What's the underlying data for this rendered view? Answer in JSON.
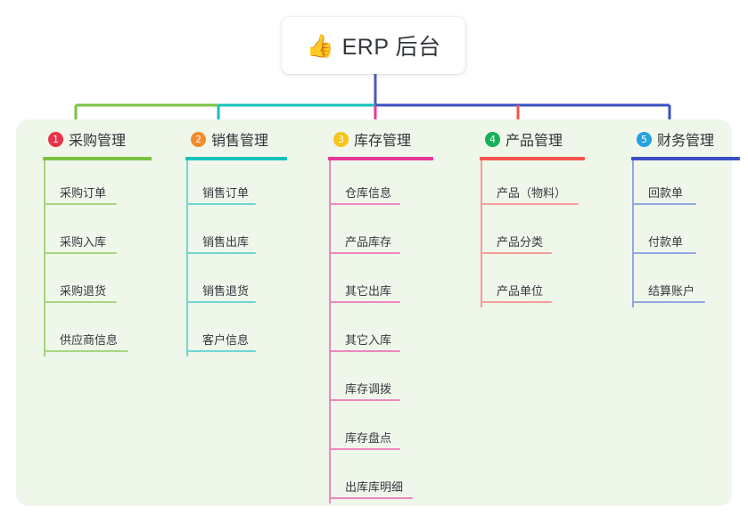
{
  "root": {
    "icon": "thumbs-up-icon",
    "emoji": "👍",
    "title": "ERP 后台"
  },
  "palette": {
    "canvas_bg": "#ffffff",
    "panel_bg": "#eff7ea",
    "root_text": "#32373d",
    "node_text": "#35393e",
    "root_stem": "#4a5ab9"
  },
  "branches": [
    {
      "number": "1",
      "title": "采购管理",
      "color": "#7ac143",
      "item_color": "#a8d582",
      "badge_color": "#e8334a",
      "head_rule_width": 122,
      "items": [
        {
          "label": "采购订单",
          "rule_width": 82
        },
        {
          "label": "采购入库",
          "rule_width": 82
        },
        {
          "label": "采购退货",
          "rule_width": 82
        },
        {
          "label": "供应商信息",
          "rule_width": 95
        }
      ]
    },
    {
      "number": "2",
      "title": "销售管理",
      "color": "#14c2bb",
      "item_color": "#6fd7d2",
      "badge_color": "#f48b2a",
      "head_rule_width": 114,
      "items": [
        {
          "label": "销售订单",
          "rule_width": 78
        },
        {
          "label": "销售出库",
          "rule_width": 78
        },
        {
          "label": "销售退货",
          "rule_width": 78
        },
        {
          "label": "客户信息",
          "rule_width": 78
        }
      ]
    },
    {
      "number": "3",
      "title": "库存管理",
      "color": "#e8369a",
      "item_color": "#ef86bf",
      "badge_color": "#f5c518",
      "head_rule_width": 118,
      "items": [
        {
          "label": "仓库信息",
          "rule_width": 80
        },
        {
          "label": "产品库存",
          "rule_width": 80
        },
        {
          "label": "其它出库",
          "rule_width": 80
        },
        {
          "label": "其它入库",
          "rule_width": 80
        },
        {
          "label": "库存调拨",
          "rule_width": 80
        },
        {
          "label": "库存盘点",
          "rule_width": 80
        },
        {
          "label": "出库库明细",
          "rule_width": 94
        }
      ]
    },
    {
      "number": "4",
      "title": "产品管理",
      "color": "#f9534f",
      "item_color": "#f79b98",
      "badge_color": "#19ae58",
      "head_rule_width": 118,
      "items": [
        {
          "label": "产品（物料）",
          "rule_width": 110
        },
        {
          "label": "产品分类",
          "rule_width": 80
        },
        {
          "label": "产品单位",
          "rule_width": 80
        }
      ]
    },
    {
      "number": "5",
      "title": "财务管理",
      "color": "#3b50c4",
      "item_color": "#93a7e0",
      "badge_color": "#23a3e0",
      "head_rule_width": 122,
      "items": [
        {
          "label": "回款单",
          "rule_width": 72
        },
        {
          "label": "付款单",
          "rule_width": 72
        },
        {
          "label": "结算账户",
          "rule_width": 82
        }
      ]
    }
  ]
}
